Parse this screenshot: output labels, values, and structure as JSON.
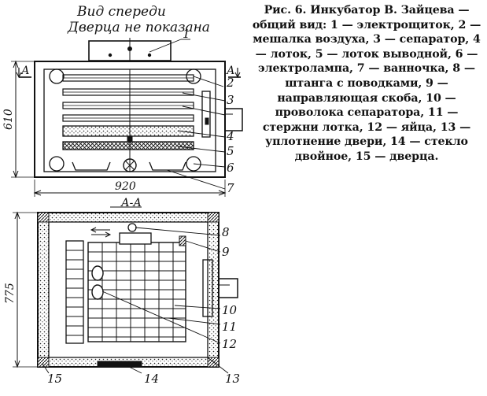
{
  "figure": {
    "front_view_title_line1": "Вид спереди",
    "front_view_title_line2": "Дверца не показана",
    "section_label": "А-А",
    "section_marker_left": "А",
    "section_marker_right": "А",
    "dimensions": {
      "height_front": "610",
      "width": "920",
      "height_section": "775"
    },
    "part_numbers": [
      "1",
      "2",
      "3",
      "4",
      "5",
      "6",
      "7",
      "8",
      "9",
      "10",
      "11",
      "12",
      "13",
      "14",
      "15"
    ]
  },
  "caption": {
    "text": "Рис. 6. Инкубатор В. Зайцева — общий вид: 1 — электрощиток, 2 — мешалка воздуха, 3 — сепаратор, 4 — лоток, 5 — лоток выводной, 6 — электролампа, 7 — ванночка, 8 — штанга с поводками, 9 — направляющая скоба, 10 — проволока сепаратора, 11 — стержни лотка, 12 — яйца, 13 — уплотнение двери, 14 — стекло двойное, 15 — дверца."
  }
}
